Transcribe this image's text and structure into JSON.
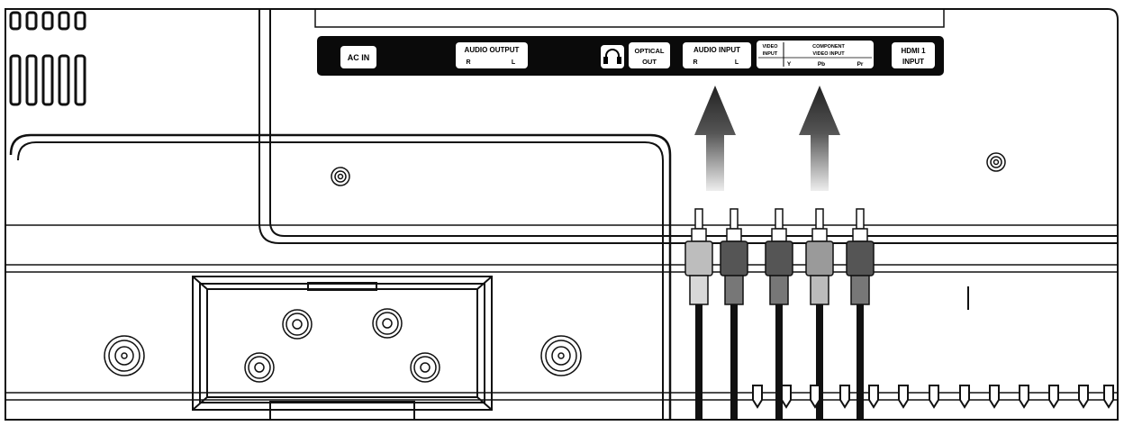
{
  "panel": {
    "ac_in": "AC IN",
    "audio_output": {
      "title": "AUDIO OUTPUT",
      "right": "R",
      "left": "L"
    },
    "optical_out": {
      "line1": "OPTICAL",
      "line2": "OUT"
    },
    "audio_input": {
      "title": "AUDIO INPUT",
      "right": "R",
      "left": "L"
    },
    "video_input": {
      "line1": "VIDEO",
      "line2": "INPUT"
    },
    "component_video_input": {
      "line1": "COMPONENT",
      "line2": "VIDEO INPUT",
      "y": "Y",
      "pb": "Pb",
      "pr": "Pr"
    },
    "hdmi1_input": {
      "line1": "HDMI 1",
      "line2": "INPUT"
    }
  },
  "icons": {
    "headphone": "headphone-icon",
    "up_arrow": "up-arrow-icon",
    "screw": "screw-icon",
    "rca_plug": "rca-plug-icon"
  },
  "colors": {
    "outline": "#111111",
    "panel_strip": "#0a0a0a",
    "label_fill": "#ffffff",
    "background": "#ffffff",
    "arrow": "#222222",
    "plug_dark": "#555555",
    "plug_light": "#bdbdbd"
  }
}
